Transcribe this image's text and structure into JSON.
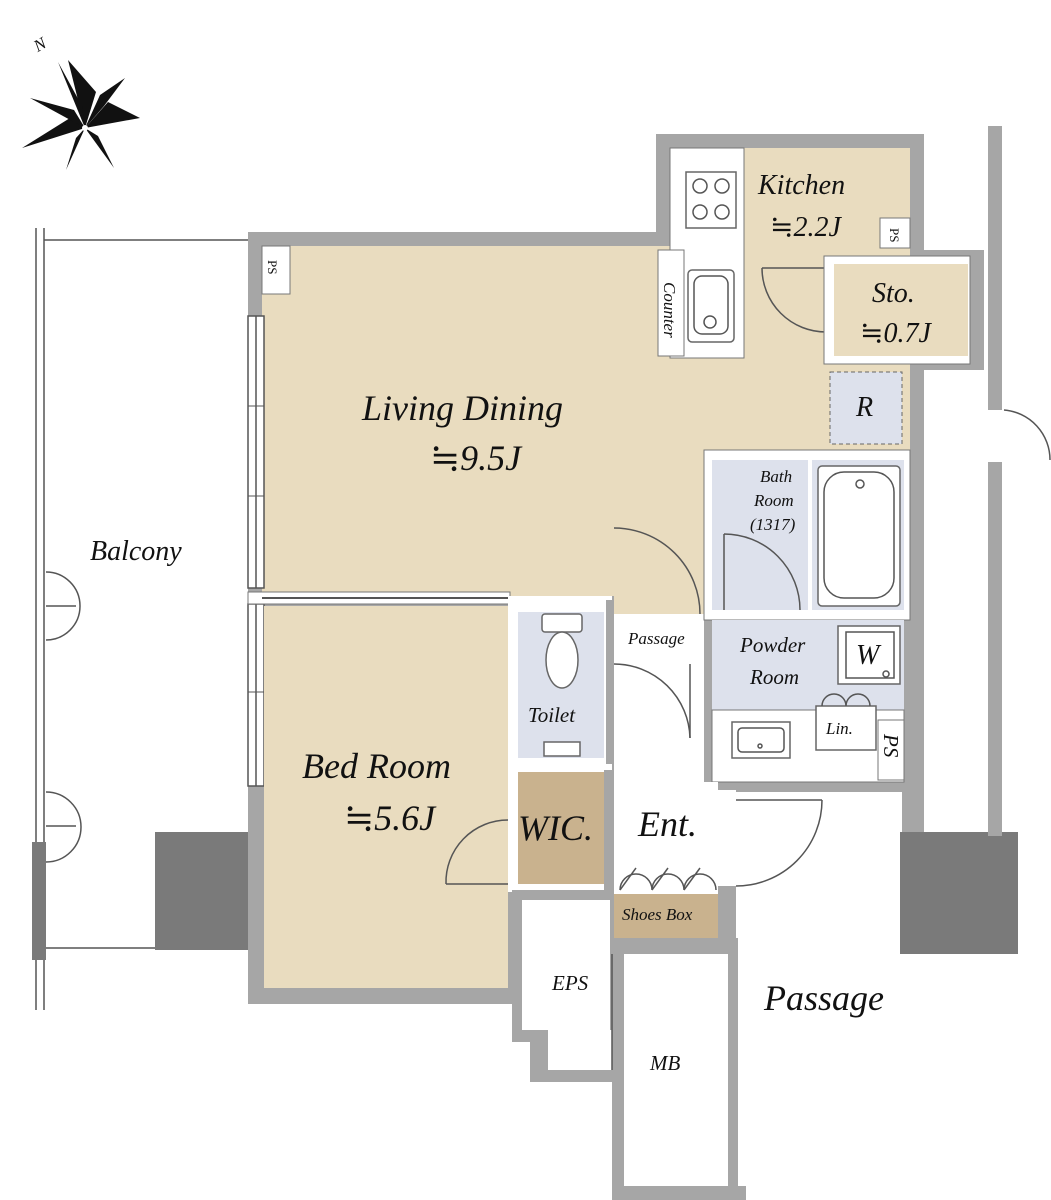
{
  "compass": {
    "label": "N"
  },
  "rooms": {
    "balcony": "Balcony",
    "living_dining": {
      "name": "Living Dining",
      "size": "≒9.5J"
    },
    "kitchen": {
      "name": "Kitchen",
      "size": "≒2.2J"
    },
    "storage": {
      "name": "Sto.",
      "size": "≒0.7J"
    },
    "refrigerator": "R",
    "bath": {
      "line1": "Bath",
      "line2": "Room",
      "line3": "(1317)"
    },
    "powder": {
      "line1": "Powder",
      "line2": "Room"
    },
    "washer": "W",
    "linen": "Lin.",
    "toilet": "Toilet",
    "passage_inner": "Passage",
    "bedroom": {
      "name": "Bed Room",
      "size": "≒5.6J"
    },
    "wic": "WIC.",
    "entrance": "Ent.",
    "shoes_box": "Shoes Box",
    "eps": "EPS",
    "mb": "MB",
    "passage_outer": "Passage",
    "counter": "Counter",
    "ps": "PS"
  },
  "colors": {
    "room_fill": "#e9dcbf",
    "wet_fill": "#dde1ec",
    "wic_fill": "#c9b28e",
    "shoes_fill": "#c9b28e",
    "wall": "#a6a6a6",
    "column": "#7a7a7a"
  }
}
